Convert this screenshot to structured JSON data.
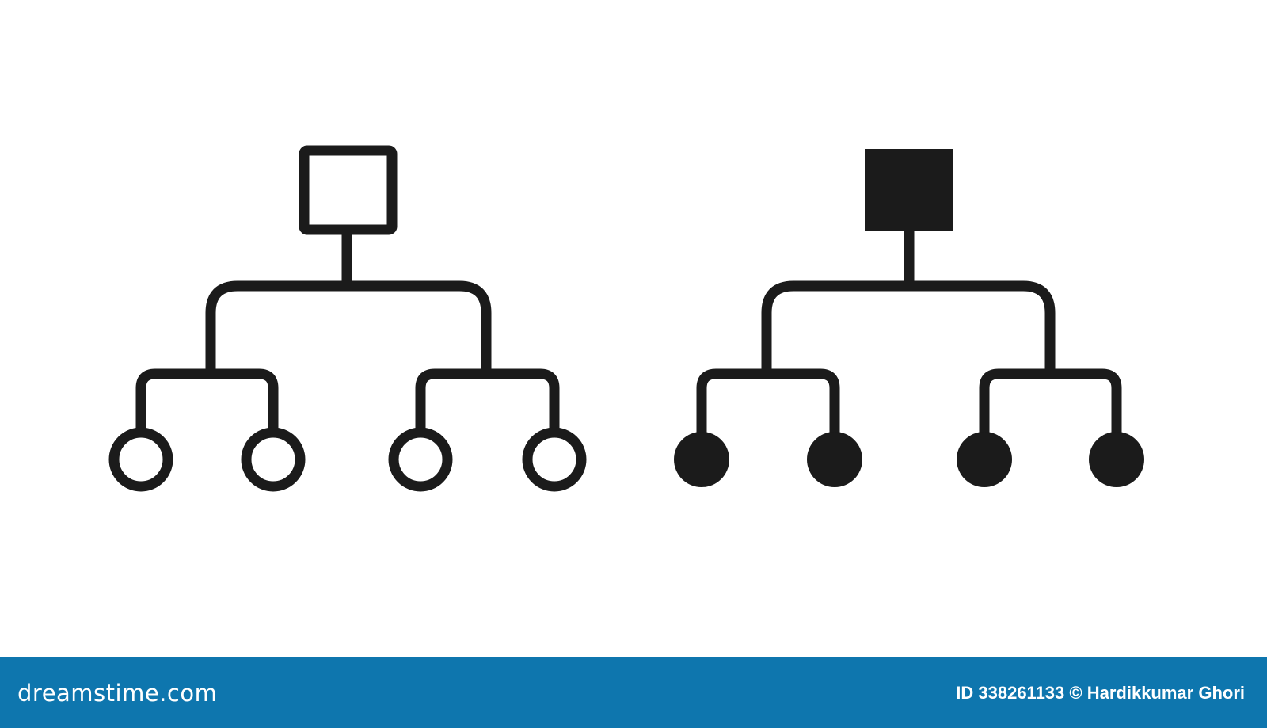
{
  "colors": {
    "ink": "#1b1b1b",
    "background": "#ffffff",
    "footer_bar": "#0e76ae",
    "footer_text": "#ffffff"
  },
  "diagrams": [
    {
      "style": "outline",
      "root": {
        "shape": "square",
        "icon": "square-outline-icon"
      },
      "children": [
        {
          "shape": "circle",
          "icon": "circle-outline-icon"
        },
        {
          "shape": "circle",
          "icon": "circle-outline-icon"
        },
        {
          "shape": "circle",
          "icon": "circle-outline-icon"
        },
        {
          "shape": "circle",
          "icon": "circle-outline-icon"
        }
      ]
    },
    {
      "style": "filled",
      "root": {
        "shape": "square",
        "icon": "square-filled-icon"
      },
      "children": [
        {
          "shape": "circle",
          "icon": "circle-filled-icon"
        },
        {
          "shape": "circle",
          "icon": "circle-filled-icon"
        },
        {
          "shape": "circle",
          "icon": "circle-filled-icon"
        },
        {
          "shape": "circle",
          "icon": "circle-filled-icon"
        }
      ]
    }
  ],
  "footer": {
    "brand": "dreamstime.com",
    "credit": "ID 338261133 © Hardikkumar Ghori"
  }
}
